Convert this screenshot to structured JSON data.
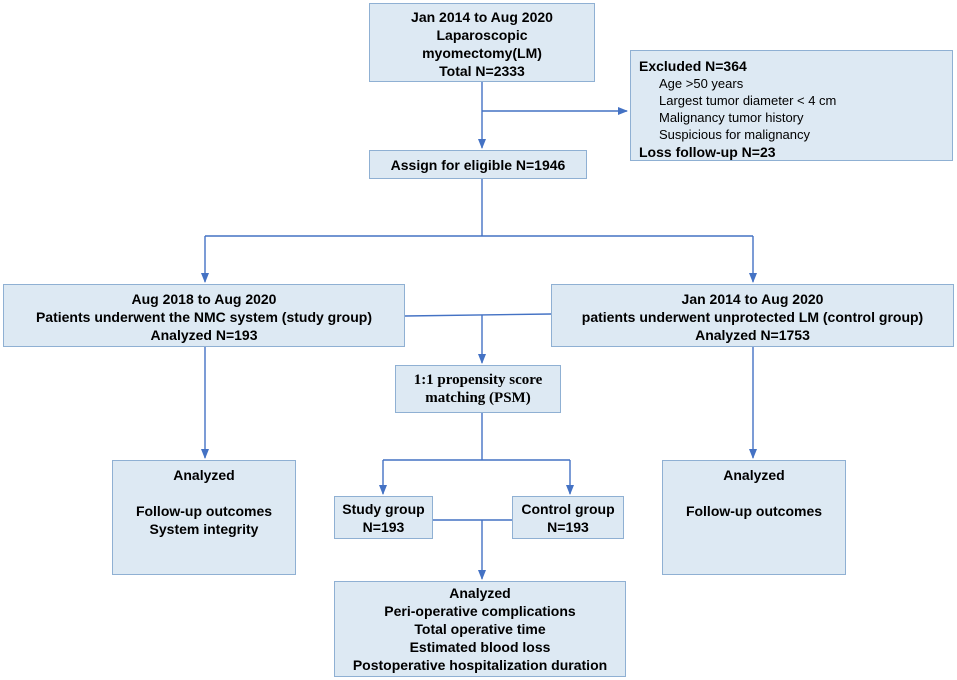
{
  "boxes": {
    "start": {
      "lines": [
        "Jan 2014 to Aug 2020",
        "Laparoscopic",
        "myomectomy(LM)",
        "Total N=2333"
      ]
    },
    "excluded": {
      "title": "Excluded N=364",
      "items": [
        "Age >50 years",
        "Largest tumor diameter < 4 cm",
        "Malignancy tumor history",
        "Suspicious for malignancy"
      ],
      "loss": "Loss follow-up  N=23"
    },
    "assign": {
      "text": "Assign for eligible  N=1946"
    },
    "study_group": {
      "lines": [
        "Aug 2018 to Aug 2020",
        "Patients underwent the NMC system (study group)",
        "Analyzed N=193"
      ]
    },
    "control_group": {
      "lines": [
        "Jan 2014 to Aug 2020",
        "patients underwent unprotected LM (control group)",
        "Analyzed N=1753"
      ]
    },
    "psm": {
      "lines": [
        "1:1 propensity score",
        "matching (PSM)"
      ]
    },
    "left_analyzed": {
      "lines": [
        "Analyzed",
        "",
        "Follow-up outcomes",
        "System integrity"
      ]
    },
    "right_analyzed": {
      "lines": [
        "Analyzed",
        "",
        "Follow-up outcomes"
      ]
    },
    "study_small": {
      "lines": [
        "Study group",
        "N=193"
      ]
    },
    "control_small": {
      "lines": [
        "Control group",
        "N=193"
      ]
    },
    "final": {
      "lines": [
        "Analyzed",
        "Peri-operative complications",
        "Total operative time",
        "Estimated blood loss",
        "Postoperative hospitalization duration"
      ]
    }
  },
  "colors": {
    "box_fill": "#dde9f3",
    "box_border": "#8fb0d3",
    "arrow": "#4472c4"
  }
}
